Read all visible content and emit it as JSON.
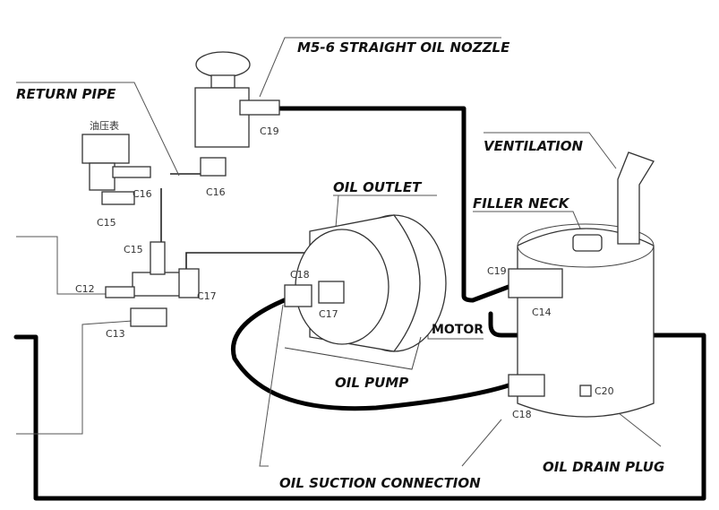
{
  "labels": {
    "nozzle": "M5-6 STRAIGHT OIL NOZZLE",
    "return_pipe": "RETURN PIPE",
    "ventilation": "VENTILATION",
    "oil_outlet": "OIL OUTLET",
    "filler_neck": "FILLER NECK",
    "motor": "MOTOR",
    "oil_pump": "OIL PUMP",
    "suction": "OIL SUCTION CONNECTION",
    "drain_plug": "OIL DRAIN PLUG",
    "gauge_cn": "油压表"
  },
  "codes": {
    "c19_top": "C19",
    "c16_left": "C16",
    "c16_right": "C16",
    "c15_low": "C15",
    "c15_up": "C15",
    "c12": "C12",
    "c13": "C13",
    "c17_left": "C17",
    "c18_pump": "C18",
    "c17_pump": "C17",
    "c19_tank": "C19",
    "c14": "C14",
    "c18_tank": "C18",
    "c20": "C20"
  }
}
